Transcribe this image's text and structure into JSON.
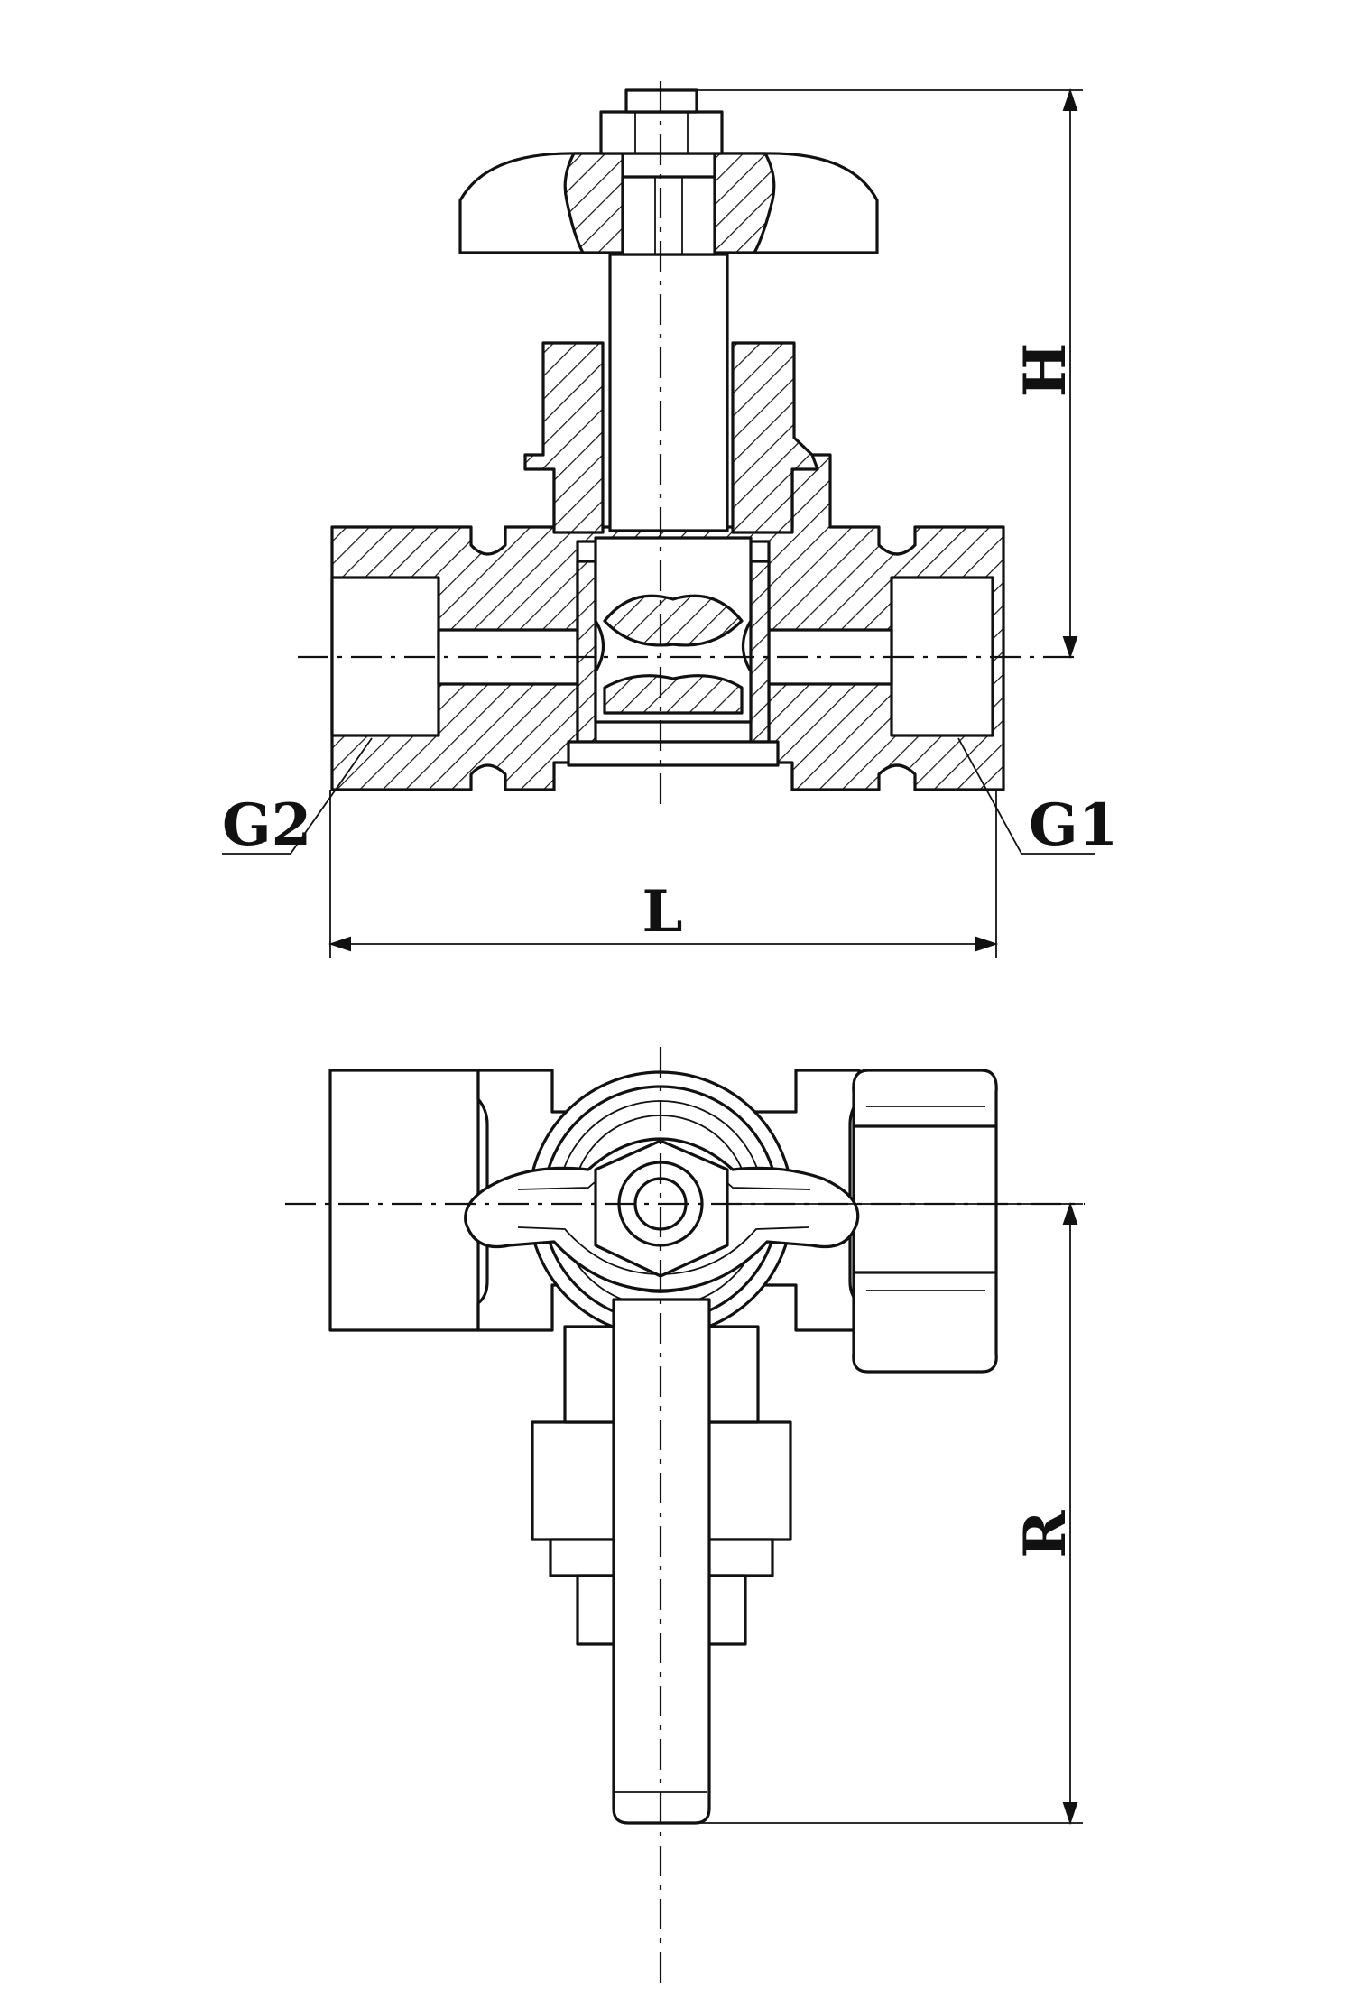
{
  "labels": {
    "height": "H",
    "length": "L",
    "port_1": "G1",
    "port_2": "G2",
    "radius": "R"
  }
}
